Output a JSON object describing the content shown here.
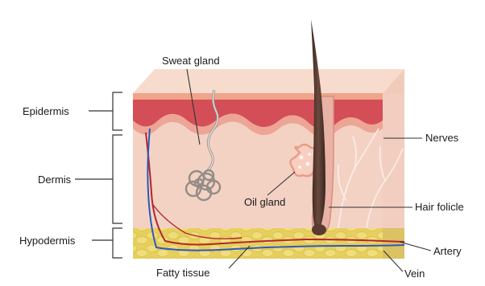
{
  "labels": {
    "epidermis": "Epidermis",
    "dermis": "Dermis",
    "hypodermis": "Hypodermis",
    "sweat_gland": "Sweat gland",
    "oil_gland": "Oil gland",
    "nerves": "Nerves",
    "hair_follicle": "Hair folicle",
    "artery": "Artery",
    "vein": "Vein",
    "fatty_tissue": "Fatty tissue"
  },
  "colors": {
    "epidermis_top": "#f4c9b5",
    "epidermis_red": "#d9555c",
    "dermis": "#f3d2c4",
    "fat": "#e8d466",
    "artery": "#b3262e",
    "vein": "#2f59b8",
    "hair": "#4a2f27",
    "leader": "#333333"
  }
}
